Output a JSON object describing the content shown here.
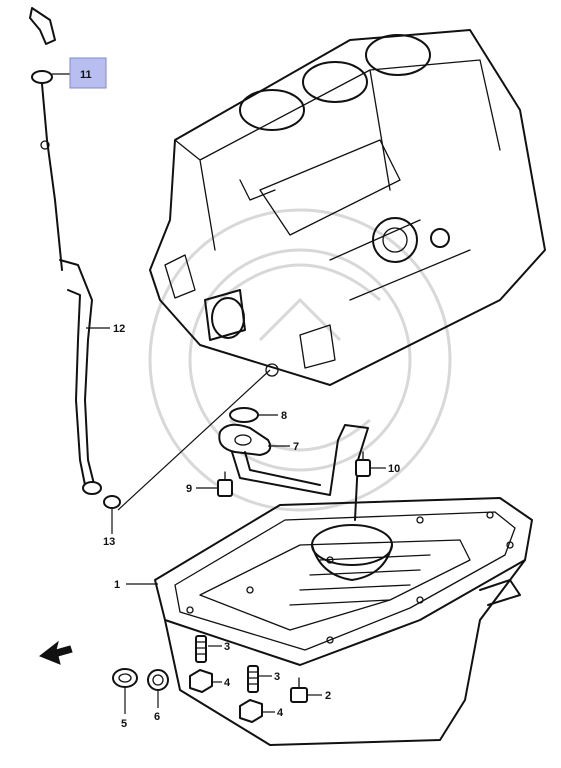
{
  "callouts": [
    {
      "id": "1",
      "label": "1"
    },
    {
      "id": "2",
      "label": "2"
    },
    {
      "id": "3a",
      "label": "3"
    },
    {
      "id": "3b",
      "label": "3"
    },
    {
      "id": "4a",
      "label": "4"
    },
    {
      "id": "4b",
      "label": "4"
    },
    {
      "id": "5",
      "label": "5"
    },
    {
      "id": "6",
      "label": "6"
    },
    {
      "id": "7",
      "label": "7"
    },
    {
      "id": "8",
      "label": "8"
    },
    {
      "id": "9",
      "label": "9"
    },
    {
      "id": "10",
      "label": "10"
    },
    {
      "id": "11",
      "label": "11",
      "highlighted": true
    },
    {
      "id": "12",
      "label": "12"
    },
    {
      "id": "13",
      "label": "13"
    }
  ],
  "colors": {
    "ink": "#111111",
    "highlight": "#b8bff0",
    "watermark": "#d8d8d8"
  },
  "icons": [
    "front-direction-arrow-icon"
  ]
}
